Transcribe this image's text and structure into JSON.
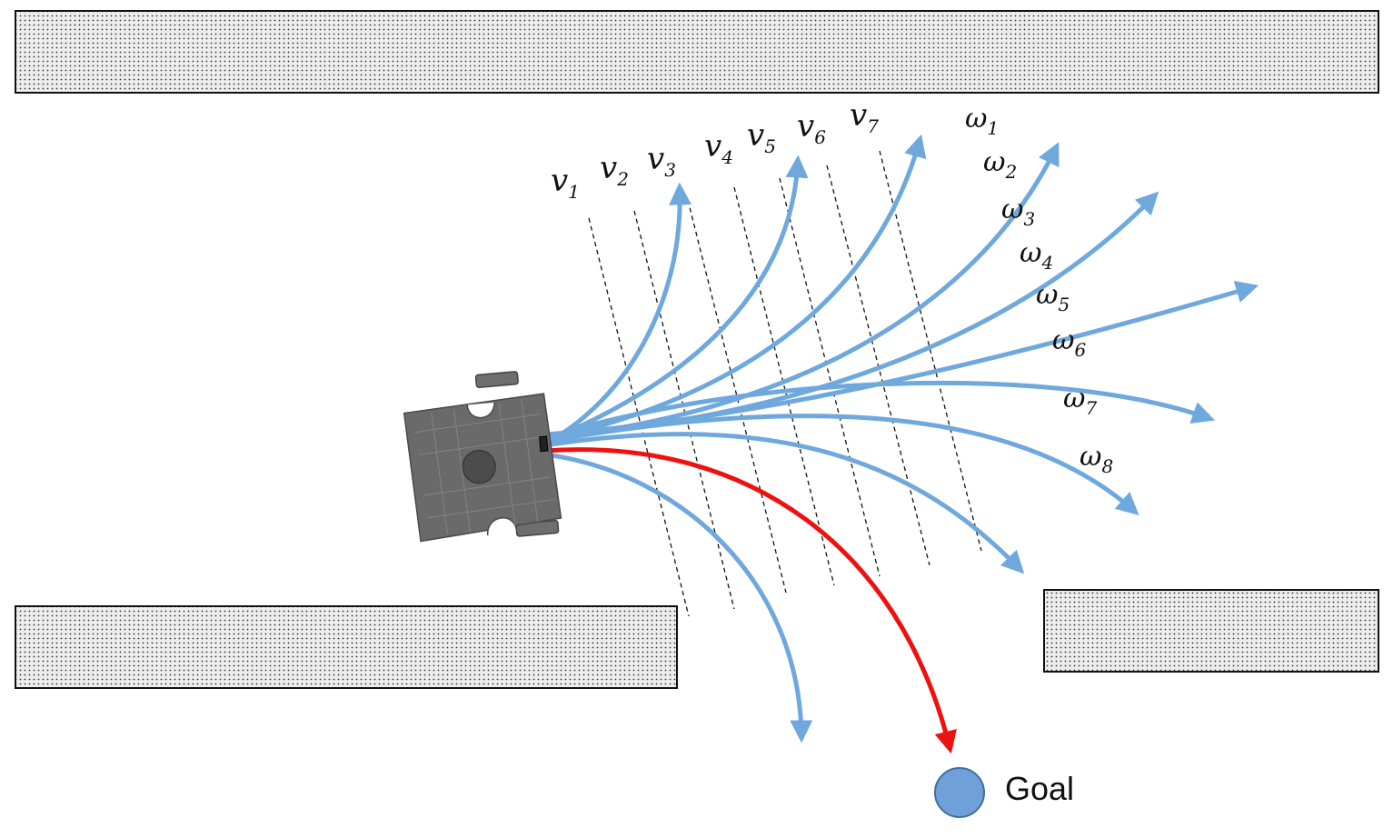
{
  "velocity_labels": [
    {
      "sym": "v",
      "sub": "1"
    },
    {
      "sym": "v",
      "sub": "2"
    },
    {
      "sym": "v",
      "sub": "3"
    },
    {
      "sym": "v",
      "sub": "4"
    },
    {
      "sym": "v",
      "sub": "5"
    },
    {
      "sym": "v",
      "sub": "6"
    },
    {
      "sym": "v",
      "sub": "7"
    }
  ],
  "angular_labels": [
    {
      "sym": "ω",
      "sub": "1"
    },
    {
      "sym": "ω",
      "sub": "2"
    },
    {
      "sym": "ω",
      "sub": "3"
    },
    {
      "sym": "ω",
      "sub": "4"
    },
    {
      "sym": "ω",
      "sub": "5"
    },
    {
      "sym": "ω",
      "sub": "6"
    },
    {
      "sym": "ω",
      "sub": "7"
    },
    {
      "sym": "ω",
      "sub": "8"
    }
  ],
  "goal": {
    "label": "Goal"
  },
  "colors": {
    "candidate_trajectory": "#6fa8dc",
    "selected_trajectory": "#ee1111",
    "goal": "#6fa0d8",
    "obstacle_fill": "#e6e6e6",
    "robot": "#5a5a5a"
  }
}
